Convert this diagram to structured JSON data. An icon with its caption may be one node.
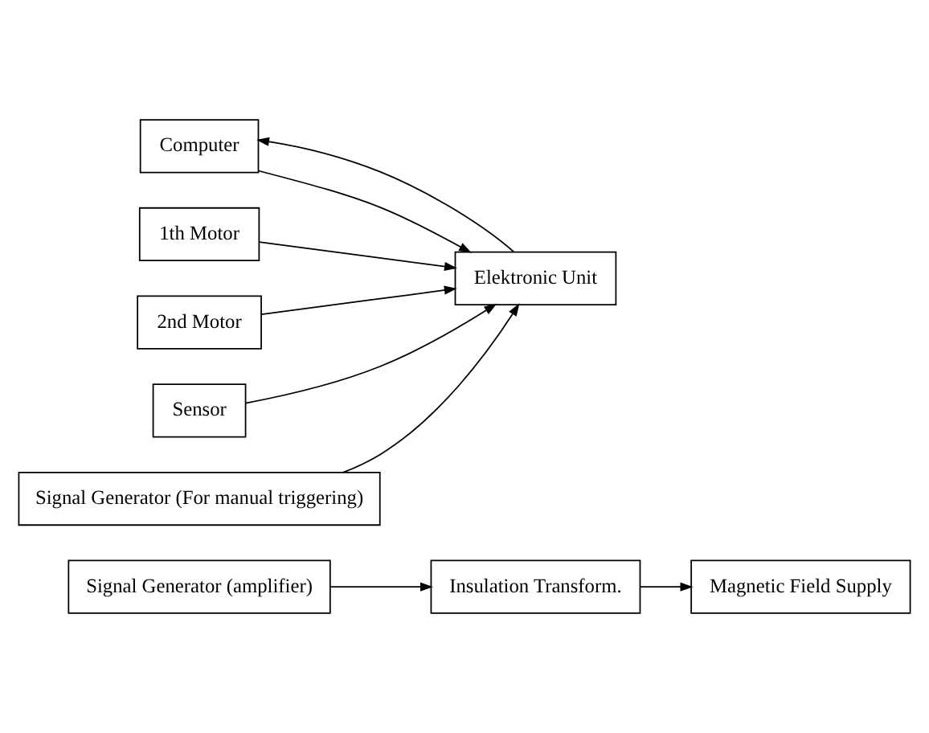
{
  "diagram": {
    "nodes": [
      {
        "text": [
          "Signal Generator (amplifier)"
        ]
      },
      {
        "text": [
          "Insulation Transform."
        ]
      },
      {
        "text": [
          "Magnetic Field Supply"
        ]
      },
      {
        "text": [
          "Computer"
        ]
      },
      {
        "text": [
          "Elektronic Unit"
        ]
      },
      {
        "text": [
          "1th Motor"
        ]
      },
      {
        "text": [
          "2nd Motor"
        ]
      },
      {
        "text": [
          "Sensor"
        ]
      },
      {
        "text": [
          "Signal Generator (For manual triggering)"
        ]
      }
    ],
    "edges": [
      {
        "from": 0,
        "to": 1,
        "arrow": "to"
      },
      {
        "from": 1,
        "to": 2,
        "arrow": "to"
      },
      {
        "from": 3,
        "to": 4,
        "arrow": "to"
      },
      {
        "from": 4,
        "to": 3,
        "arrow": "to"
      },
      {
        "from": 5,
        "to": 4,
        "arrow": "to"
      },
      {
        "from": 6,
        "to": 4,
        "arrow": "to"
      },
      {
        "from": 7,
        "to": 4,
        "arrow": "to"
      },
      {
        "from": 8,
        "to": 4,
        "arrow": "to"
      }
    ]
  }
}
